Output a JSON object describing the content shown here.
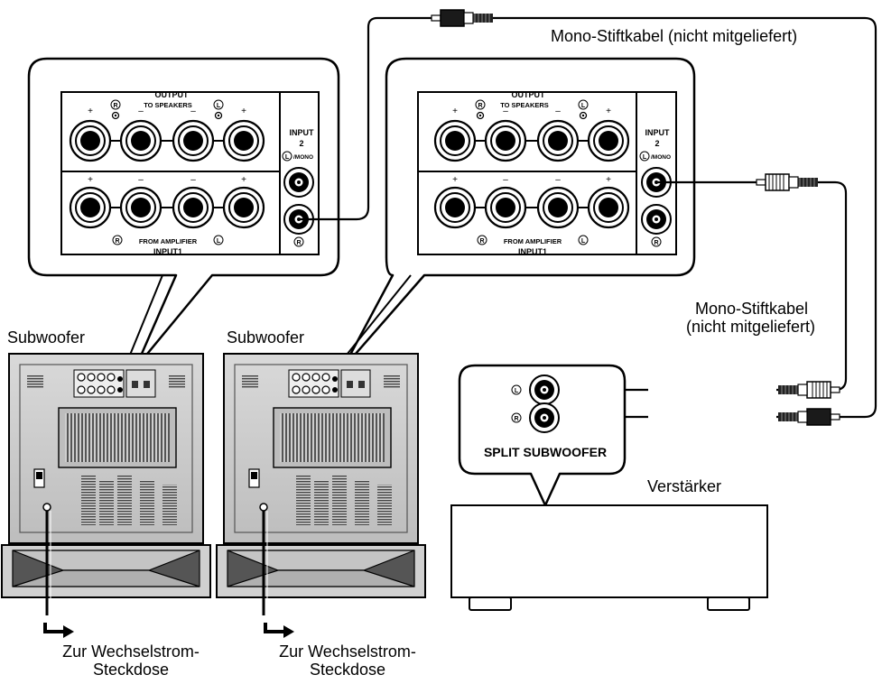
{
  "labels": {
    "subwoofer_left": "Subwoofer",
    "subwoofer_right": "Subwoofer",
    "cable_top": "Mono-Stiftkabel (nicht mitgeliefert)",
    "cable_right_line1": "Mono-Stiftkabel",
    "cable_right_line2": "(nicht mitgeliefert)",
    "amplifier": "Verstärker",
    "split_subwoofer": "SPLIT SUBWOOFER",
    "power_left_line1": "Zur Wechselstrom-",
    "power_left_line2": "Steckdose",
    "power_right_line1": "Zur Wechselstrom-",
    "power_right_line2": "Steckdose"
  },
  "panel": {
    "output": "OUTPUT",
    "to_speakers": "TO SPEAKERS",
    "input2": "INPUT",
    "input2_num": "2",
    "mono": "/MONO",
    "from_amplifier": "FROM AMPLIFIER",
    "input1": "INPUT1",
    "plus": "+",
    "minus": "–",
    "r": "R",
    "l": "L"
  }
}
